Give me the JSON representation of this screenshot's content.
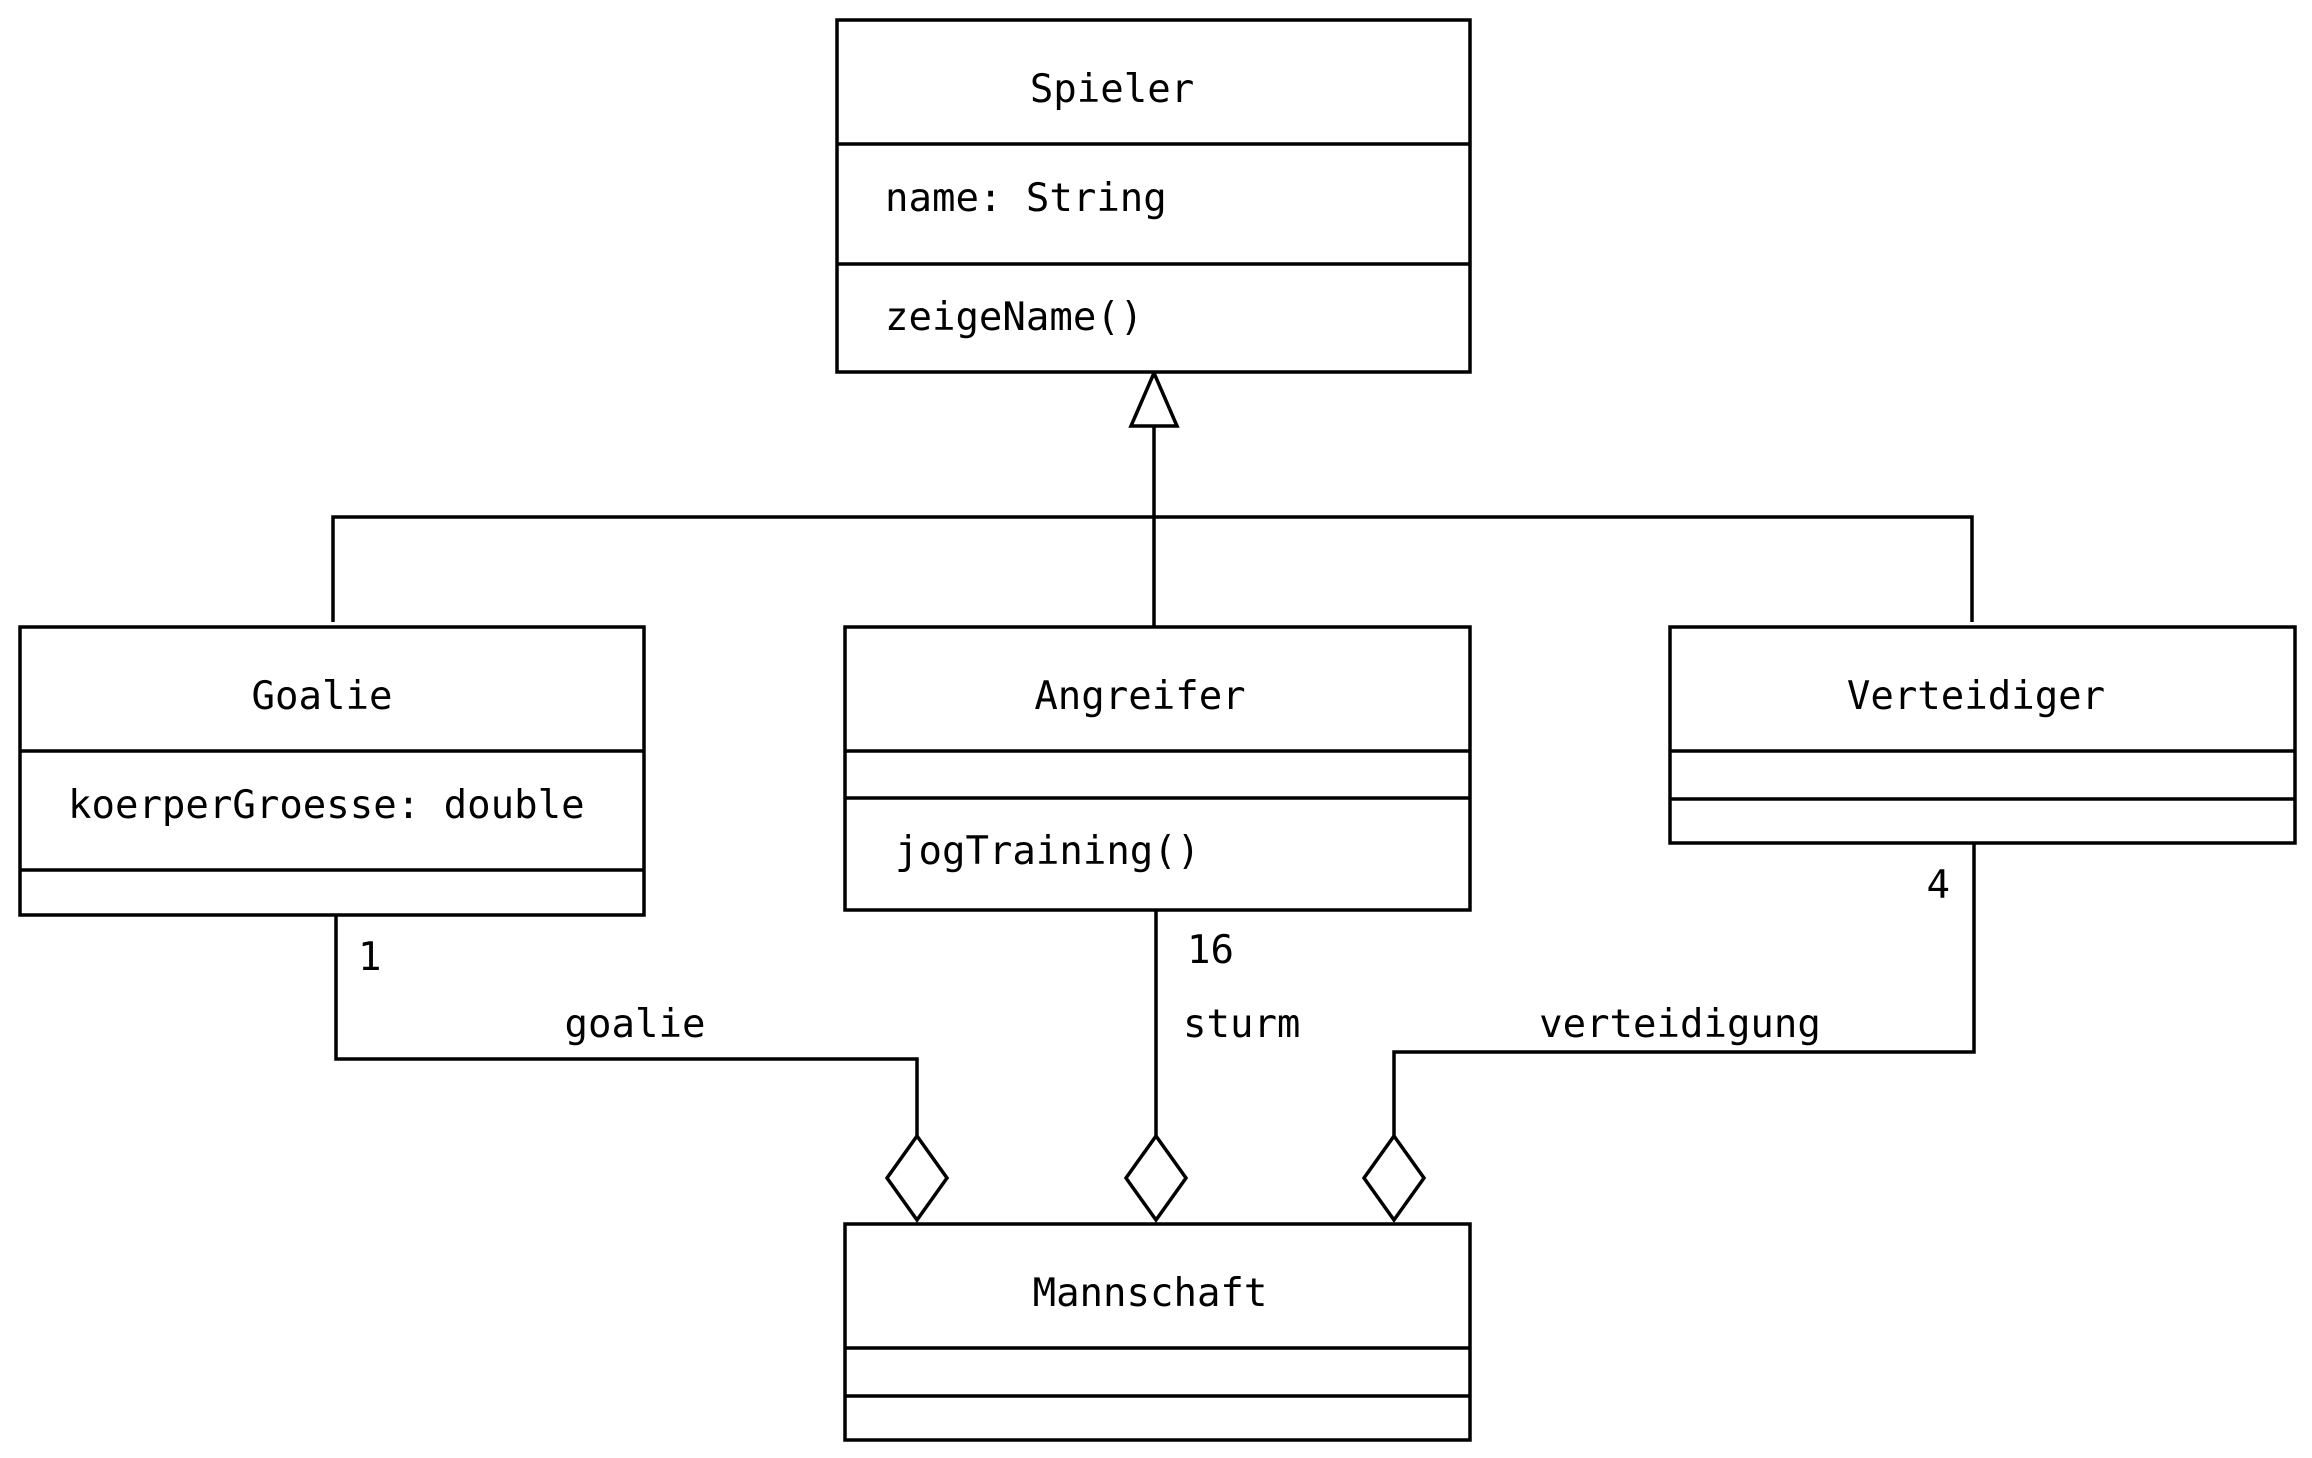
{
  "classes": {
    "spieler": {
      "name": "Spieler",
      "attributes": [
        "name: String"
      ],
      "methods": [
        "zeigeName()"
      ]
    },
    "goalie": {
      "name": "Goalie",
      "attributes": [
        "koerperGroesse: double"
      ],
      "methods": []
    },
    "angreifer": {
      "name": "Angreifer",
      "attributes": [],
      "methods": [
        "jogTraining()"
      ]
    },
    "verteidiger": {
      "name": "Verteidiger",
      "attributes": [],
      "methods": []
    },
    "mannschaft": {
      "name": "Mannschaft",
      "attributes": [],
      "methods": []
    }
  },
  "associations": {
    "goalie": {
      "role": "goalie",
      "multiplicity": "1"
    },
    "sturm": {
      "role": "sturm",
      "multiplicity": "16"
    },
    "verteidigung": {
      "role": "verteidigung",
      "multiplicity": "4"
    }
  }
}
